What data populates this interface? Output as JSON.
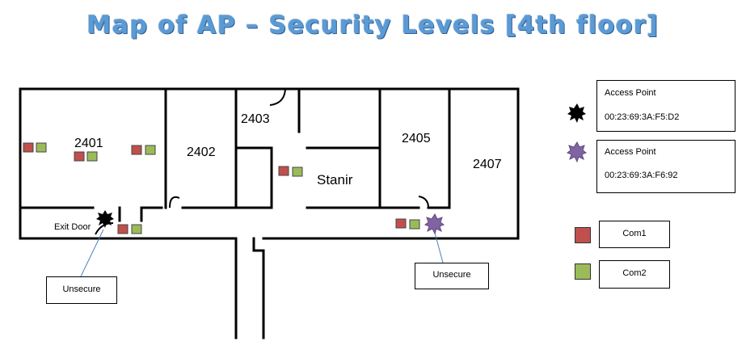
{
  "title": "Map of AP – Security Levels [4th floor]",
  "rooms": {
    "r2401": "2401",
    "r2402": "2402",
    "r2403": "2403",
    "r2405": "2405",
    "r2407": "2407",
    "stanir": "Stanir",
    "exit_door": "Exit Door"
  },
  "callouts": {
    "left": "Unsecure",
    "right": "Unsecure"
  },
  "legend": {
    "ap1": {
      "label": "Access Point",
      "mac": "00:23:69:3A:F5:D2",
      "icon": "black-star-icon",
      "color": "#000000"
    },
    "ap2": {
      "label": "Access Point",
      "mac": "00:23:69:3A:F6:92",
      "icon": "purple-star-icon",
      "color": "#8064a2"
    },
    "com1": {
      "label": "Com1",
      "color": "#c0504d"
    },
    "com2": {
      "label": "Com2",
      "color": "#9bbb59"
    }
  }
}
